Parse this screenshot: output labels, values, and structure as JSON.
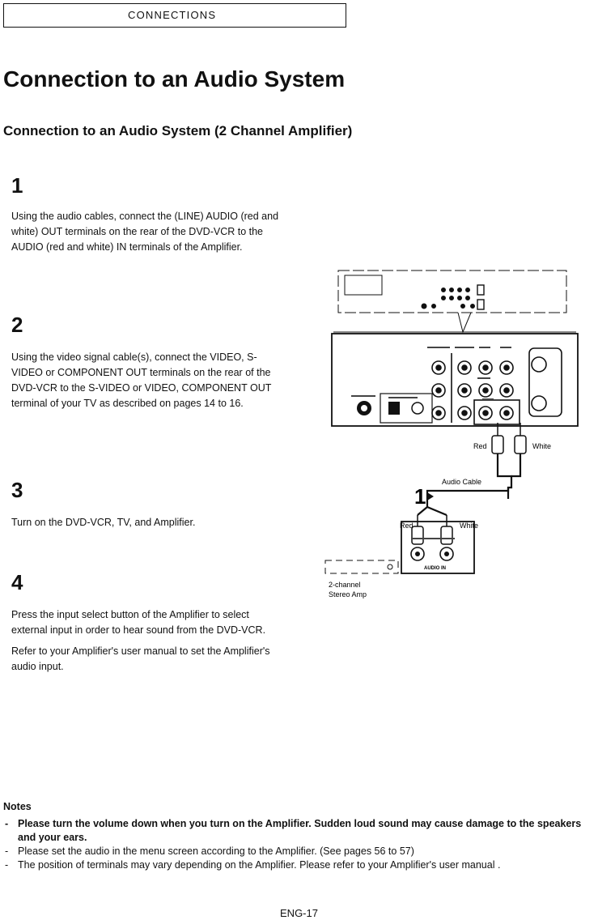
{
  "section_tab": "CONNECTIONS",
  "page_title": "Connection to an Audio System",
  "subtitle": "Connection to an Audio System (2 Channel Amplifier)",
  "steps": [
    {
      "number": "1",
      "paragraphs": [
        "Using the audio cables, connect the (LINE) AUDIO (red and white) OUT terminals on the rear of the DVD-VCR to the AUDIO (red and white) IN terminals of the Amplifier."
      ]
    },
    {
      "number": "2",
      "paragraphs": [
        "Using the video signal cable(s), connect the VIDEO, S-VIDEO or COMPONENT OUT terminals on the rear of the DVD-VCR to the S-VIDEO or VIDEO, COMPONENT OUT terminal of your TV as described on pages 14 to 16."
      ]
    },
    {
      "number": "3",
      "paragraphs": [
        "Turn on the DVD-VCR, TV, and Amplifier."
      ]
    },
    {
      "number": "4",
      "paragraphs": [
        "Press the input select button of the Amplifier to select external input in order to hear sound from the DVD-VCR.",
        "Refer to your Amplifier's user manual to set the Amplifier's audio input."
      ]
    }
  ],
  "diagram": {
    "red": "Red",
    "white": "White",
    "audio_cable": "Audio Cable",
    "step_marker": "1",
    "audio_in": "AUDIO IN",
    "amp_label_line1": "2-channel",
    "amp_label_line2": "Stereo Amp"
  },
  "notes": {
    "title": "Notes",
    "items": [
      "Please turn the volume down when you turn on the Amplifier. Sudden loud sound may cause damage to the speakers and your ears.",
      "Please set the audio in the menu screen according to the Amplifier. (See pages 56 to 57)",
      "The position of terminals may vary depending on the Amplifier. Please refer to your Amplifier's user manual ."
    ]
  },
  "page_number": "ENG-17"
}
